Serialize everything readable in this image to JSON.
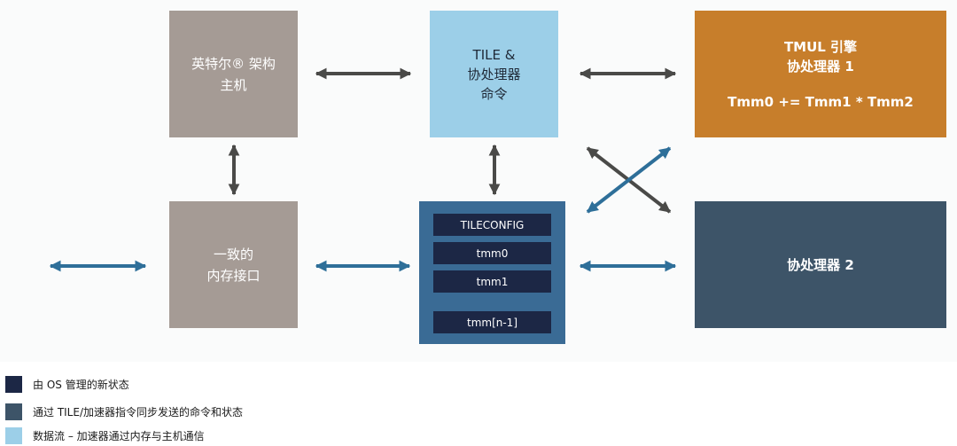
{
  "host": {
    "line1": "英特尔® 架构",
    "line2": "主机"
  },
  "tile_cmd": {
    "line1": "TILE &",
    "line2": "协处理器",
    "line3": "命令"
  },
  "tmul": {
    "line1": "TMUL 引擎",
    "line2": "协处理器 1",
    "formula": "Tmm0 += Tmm1 * Tmm2"
  },
  "memory": {
    "line1": "一致的",
    "line2": "内存接口"
  },
  "tileconfig": {
    "rows": [
      "TILECONFIG",
      "tmm0",
      "tmm1",
      "tmm[n-1]"
    ]
  },
  "coprocessor2": {
    "label": "协处理器 2"
  },
  "legend": [
    {
      "color": "#1c2745",
      "text": "由 OS 管理的新状态"
    },
    {
      "color": "#3d5468",
      "text": "通过 TILE/加速器指令同步发送的命令和状态"
    },
    {
      "color": "#9ccfe8",
      "text": "数据流 – 加速器通过内存与主机通信"
    }
  ],
  "colors": {
    "gray_arrow": "#4a4a48",
    "blue_arrow": "#2e6f99"
  }
}
